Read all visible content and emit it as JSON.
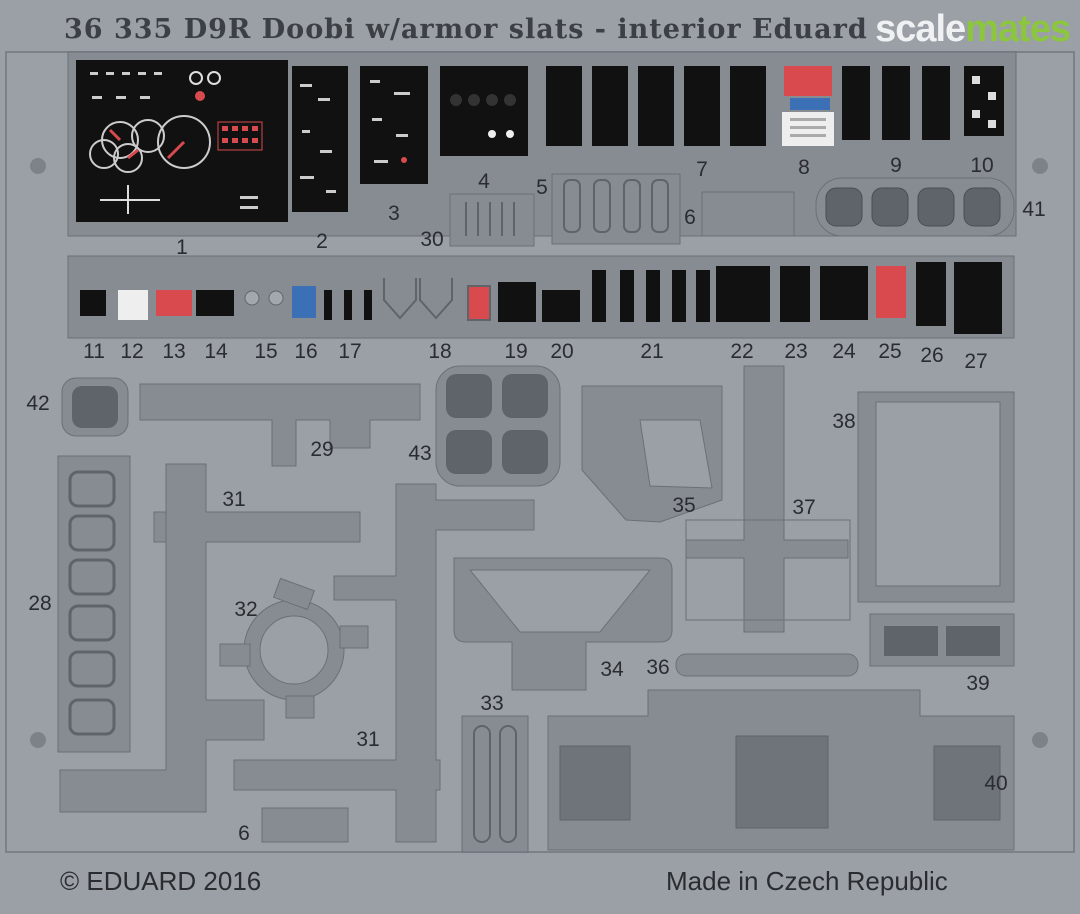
{
  "header": {
    "title": "36 335  D9R Doobi w/armor slats - interior   Eduard",
    "watermark_part1": "scale",
    "watermark_part2": "mates"
  },
  "footer": {
    "copyright": "© EDUARD 2016",
    "origin": "Made in Czech Republic"
  },
  "part_numbers": [
    "1",
    "2",
    "3",
    "4",
    "5",
    "6",
    "7",
    "8",
    "9",
    "10",
    "41",
    "30",
    "11",
    "12",
    "13",
    "14",
    "15",
    "16",
    "17",
    "18",
    "19",
    "20",
    "21",
    "22",
    "23",
    "24",
    "25",
    "26",
    "27",
    "42",
    "29",
    "43",
    "35",
    "38",
    "28",
    "31",
    "37",
    "32",
    "34",
    "36",
    "39",
    "31",
    "33",
    "40",
    "6"
  ],
  "colors": {
    "fret_background": "#9aa0a6",
    "part_fill": "#868b92",
    "etched_line": "#5f646b",
    "panel_black": "#111111",
    "accent_red": "#d94a4f",
    "accent_blue": "#3b6fb6",
    "watermark_green": "#8cc63f"
  }
}
